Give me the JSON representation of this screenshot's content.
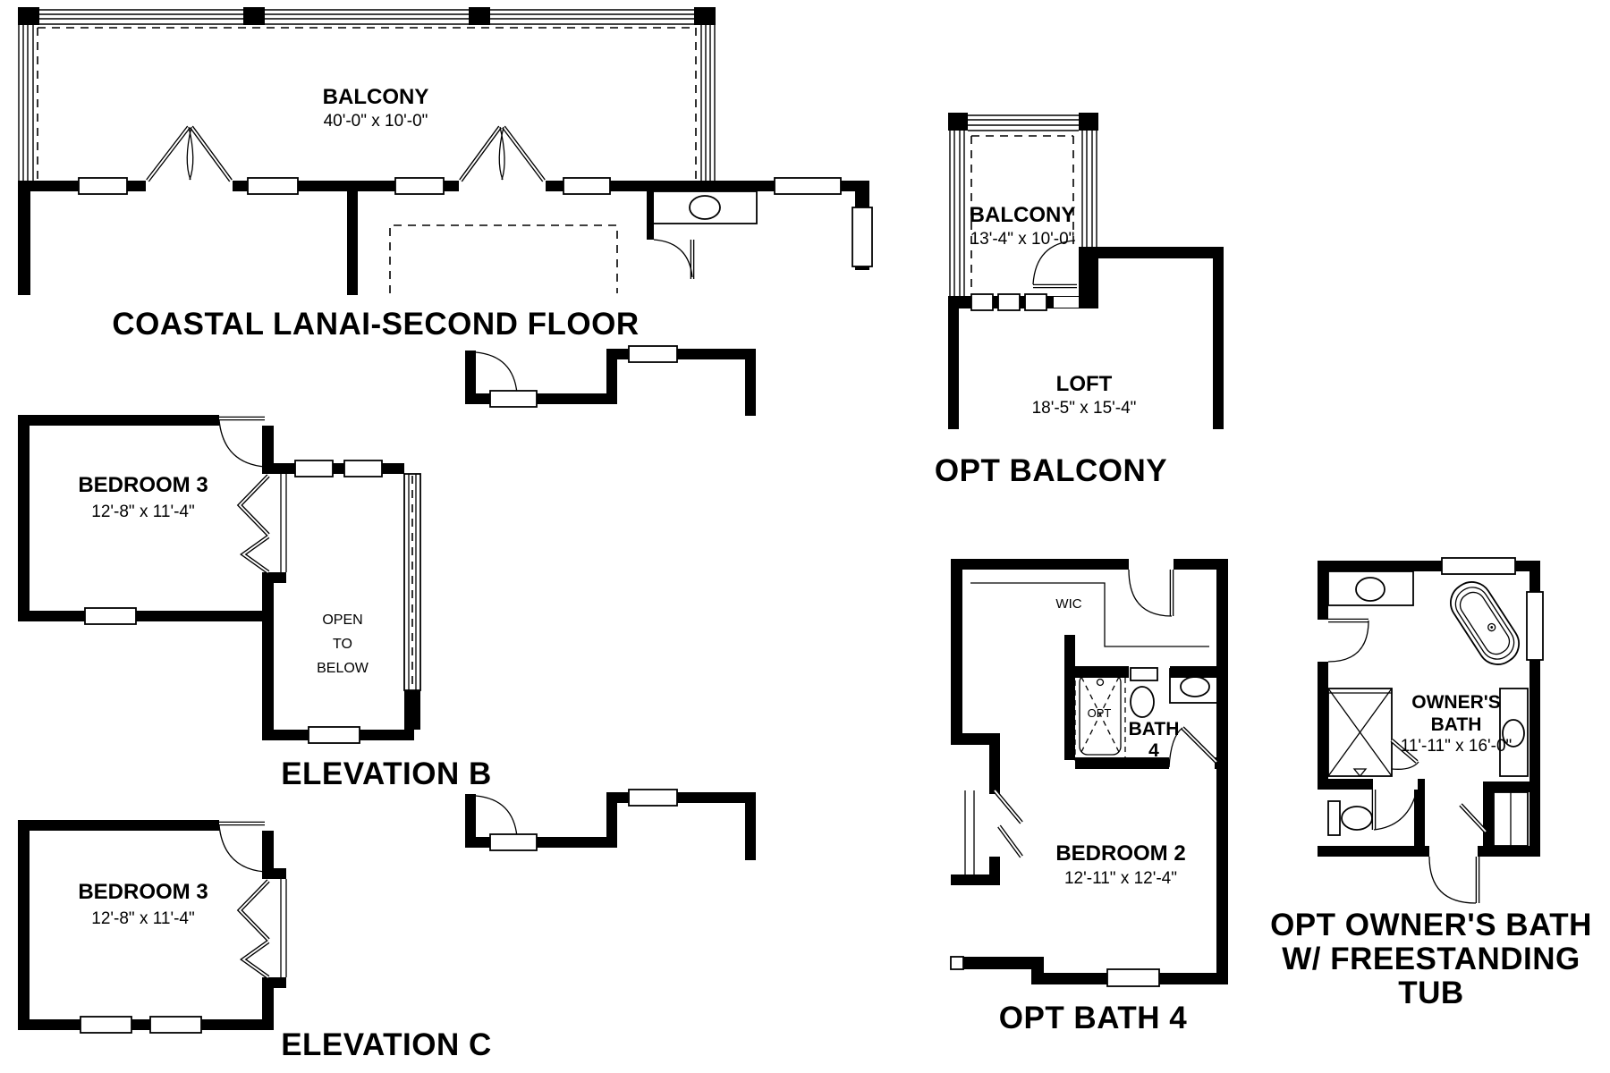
{
  "document": {
    "type": "architectural-floor-plan-options-sheet",
    "background_color": "#ffffff",
    "line_color": "#000000"
  },
  "coastal_lanai": {
    "title": "COASTAL LANAI-SECOND FLOOR",
    "room": "BALCONY",
    "dims": "40'-0\" x 10'-0\""
  },
  "opt_balcony": {
    "title": "OPT BALCONY",
    "room": "BALCONY",
    "dims": "13'-4\" x 10'-0\"",
    "loft_room": "LOFT",
    "loft_dims": "18'-5\" x 15'-4\""
  },
  "elevation_b": {
    "title": "ELEVATION B",
    "room": "BEDROOM 3",
    "dims": "12'-8\" x 11'-4\"",
    "open_line1": "OPEN",
    "open_line2": "TO",
    "open_line3": "BELOW"
  },
  "elevation_c": {
    "title": "ELEVATION C",
    "room": "BEDROOM 3",
    "dims": "12'-8\" x 11'-4\""
  },
  "opt_bath_4": {
    "title": "OPT BATH 4",
    "wic_label": "WIC",
    "opt_label": "OPT",
    "bath_line1": "BATH",
    "bath_line2": "4",
    "bedroom_label": "BEDROOM 2",
    "bedroom_dims": "12'-11\" x 12'-4\""
  },
  "opt_owners_bath": {
    "title_line1": "OPT OWNER'S BATH",
    "title_line2": "W/ FREESTANDING",
    "title_line3": "TUB",
    "room_line1": "OWNER'S",
    "room_line2": "BATH",
    "dims": "11'-11\" x 16'-0\""
  }
}
